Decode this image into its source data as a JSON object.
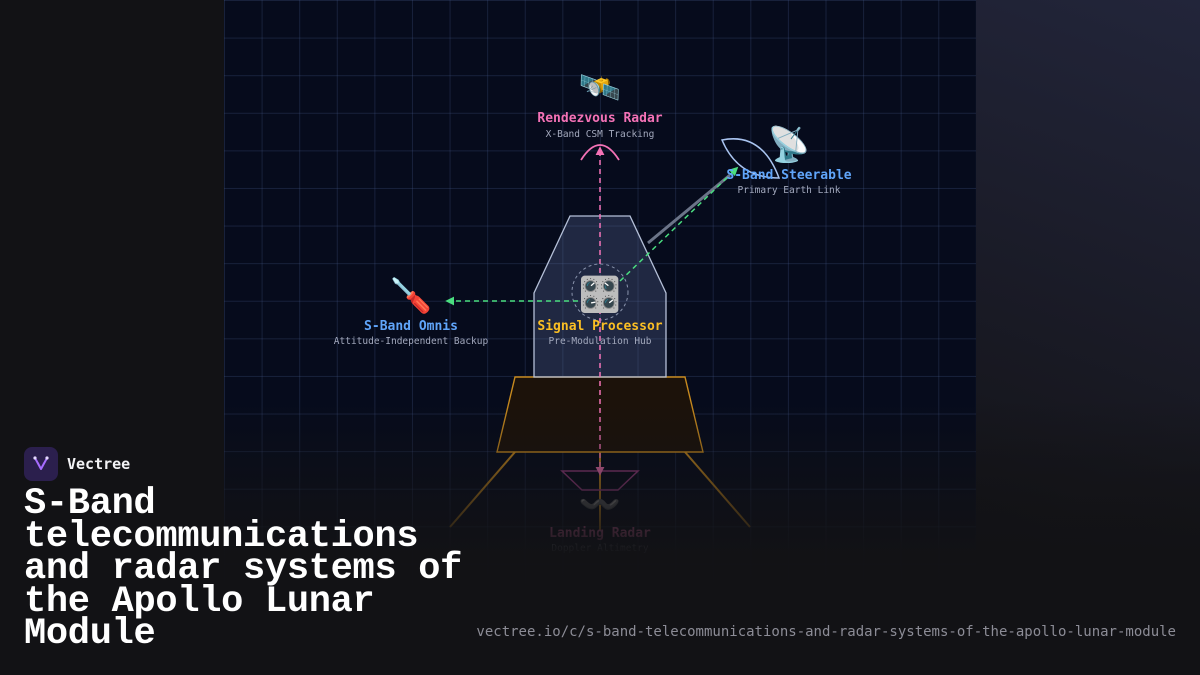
{
  "brand": {
    "name": "Vectree",
    "logo_icon": "vectree-logo-icon"
  },
  "headline": "S-Band telecommunications and radar systems of the Apollo Lunar Module",
  "url": "vectree.io/c/s-band-telecommunications-and-radar-systems-of-the-apollo-lunar-module",
  "colors": {
    "background": "#121215",
    "panel": "#060b1c",
    "radar": "#f472b6",
    "sband": "#60a5fa",
    "processor": "#fbbf24",
    "link": "#4ade80",
    "descent_stage": "#c88a1e"
  },
  "diagram": {
    "nodes": {
      "rendezvous": {
        "icon": "satellite-icon",
        "emoji": "🛰️",
        "title": "Rendezvous Radar",
        "subtitle": "X-Band CSM Tracking"
      },
      "steerable": {
        "icon": "satellite-dish-icon",
        "emoji": "📡",
        "title": "S-Band Steerable",
        "subtitle": "Primary Earth Link"
      },
      "omnis": {
        "icon": "screwdriver-icon",
        "emoji": "🪛",
        "title": "S-Band Omnis",
        "subtitle": "Attitude-Independent Backup"
      },
      "processor": {
        "icon": "control-knobs-icon",
        "emoji": "🎛️",
        "title": "Signal Processor",
        "subtitle": "Pre-Modulation Hub"
      },
      "landing": {
        "icon": "wavy-dash-icon",
        "emoji": "〰️",
        "title": "Landing Radar",
        "subtitle": "Doppler Altimetry"
      }
    }
  }
}
